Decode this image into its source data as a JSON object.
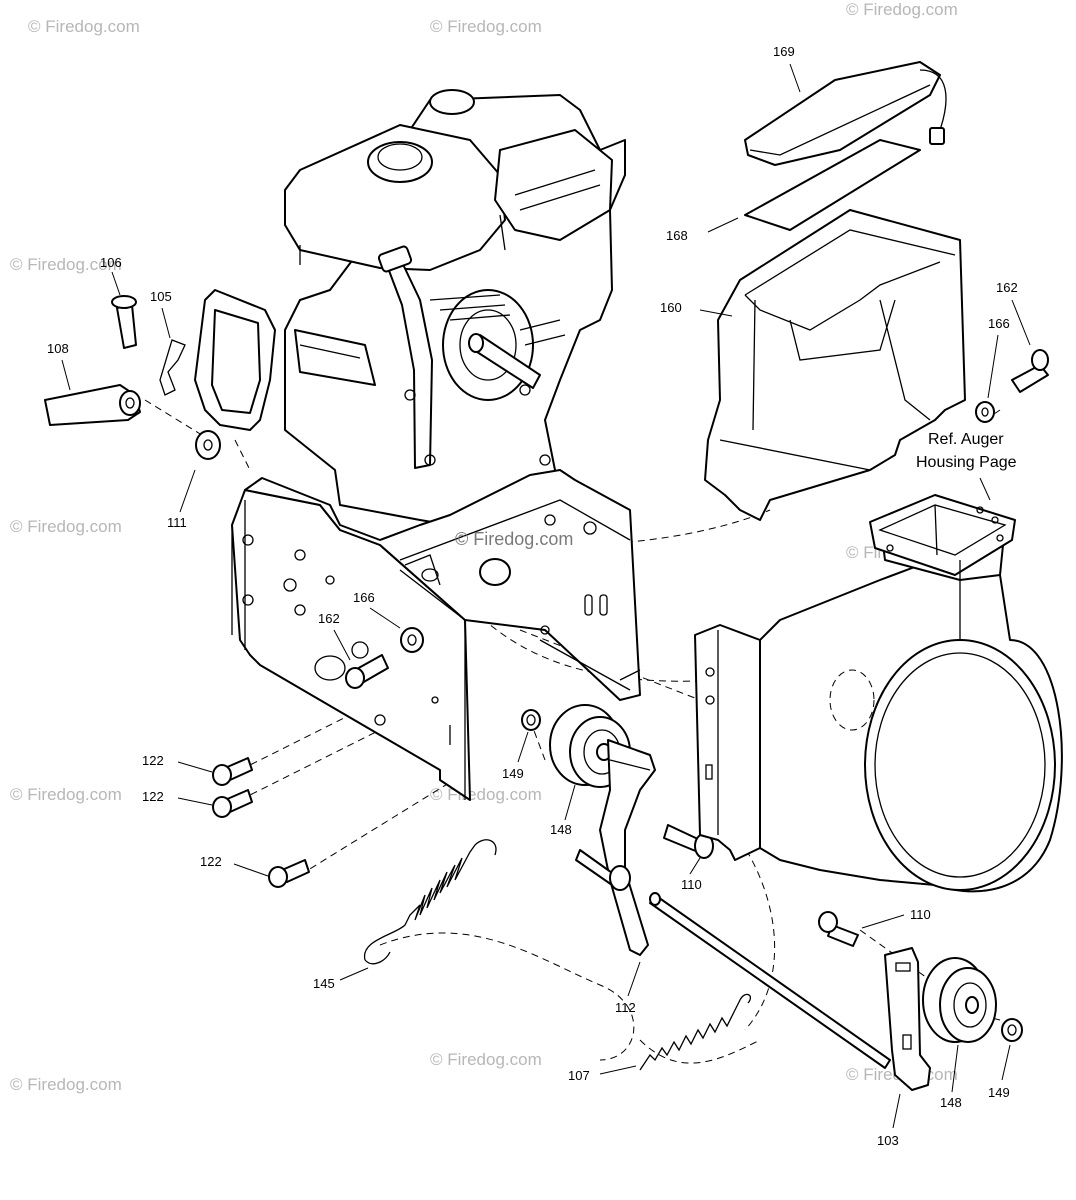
{
  "watermark": {
    "text": "Firedog.com",
    "symbol": "©"
  },
  "reference_note": {
    "line1": "Ref. Auger",
    "line2": "Housing Page"
  },
  "callouts": {
    "c169": "169",
    "c168": "168",
    "c160": "160",
    "c162_right": "162",
    "c166_right": "166",
    "c106": "106",
    "c105": "105",
    "c108": "108",
    "c111": "111",
    "c166_left": "166",
    "c162_left": "162",
    "c122_a": "122",
    "c122_b": "122",
    "c122_c": "122",
    "c149_left": "149",
    "c148_left": "148",
    "c110_lower": "110",
    "c110_right": "110",
    "c145": "145",
    "c112": "112",
    "c107": "107",
    "c148_right": "148",
    "c149_right": "149",
    "c103": "103"
  }
}
